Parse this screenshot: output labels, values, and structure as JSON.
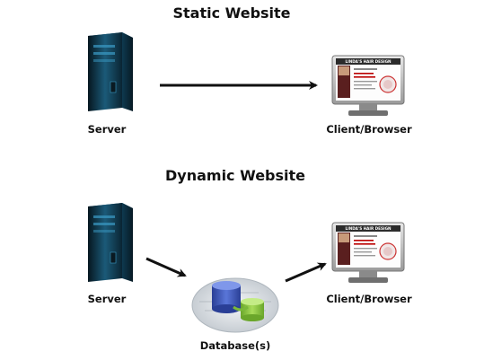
{
  "sections": {
    "static": {
      "title": "Static Website",
      "server_label": "Server",
      "client_label": "Client/Browser"
    },
    "dynamic": {
      "title": "Dynamic Website",
      "server_label": "Server",
      "database_label": "Database(s)",
      "client_label": "Client/Browser"
    }
  },
  "monitor_screen": {
    "banner_text": "LINDA'S HAIR DESIGN"
  },
  "colors": {
    "server_body": "#0b2a3a",
    "server_highlight": "#2a7fa6",
    "arrow": "#111111",
    "db_blue": "#3a55b8",
    "db_green": "#8cc63f"
  }
}
